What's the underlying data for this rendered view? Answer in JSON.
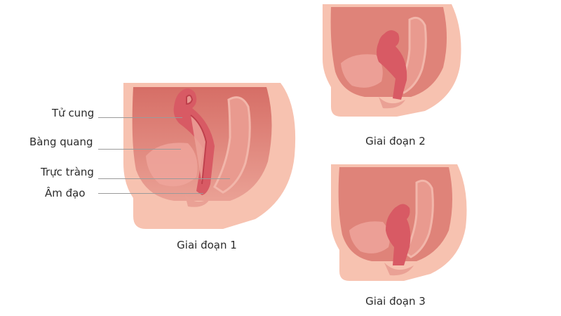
{
  "diagram": {
    "labels": {
      "uterus": "Tử cung",
      "bladder": "Bàng quang",
      "rectum": "Trực tràng",
      "vagina": "Âm đạo"
    },
    "stages": [
      {
        "caption": "Giai đoạn 1"
      },
      {
        "caption": "Giai đoạn 2"
      },
      {
        "caption": "Giai đoạn 3"
      }
    ],
    "colors": {
      "skin": "#f7c2b0",
      "skin_light": "#fbd9cc",
      "cavity": "#e48e84",
      "cavity_dark": "#d66e66",
      "organ": "#d85a64",
      "organ_dark": "#b93a47",
      "inner": "#eea59b"
    }
  }
}
